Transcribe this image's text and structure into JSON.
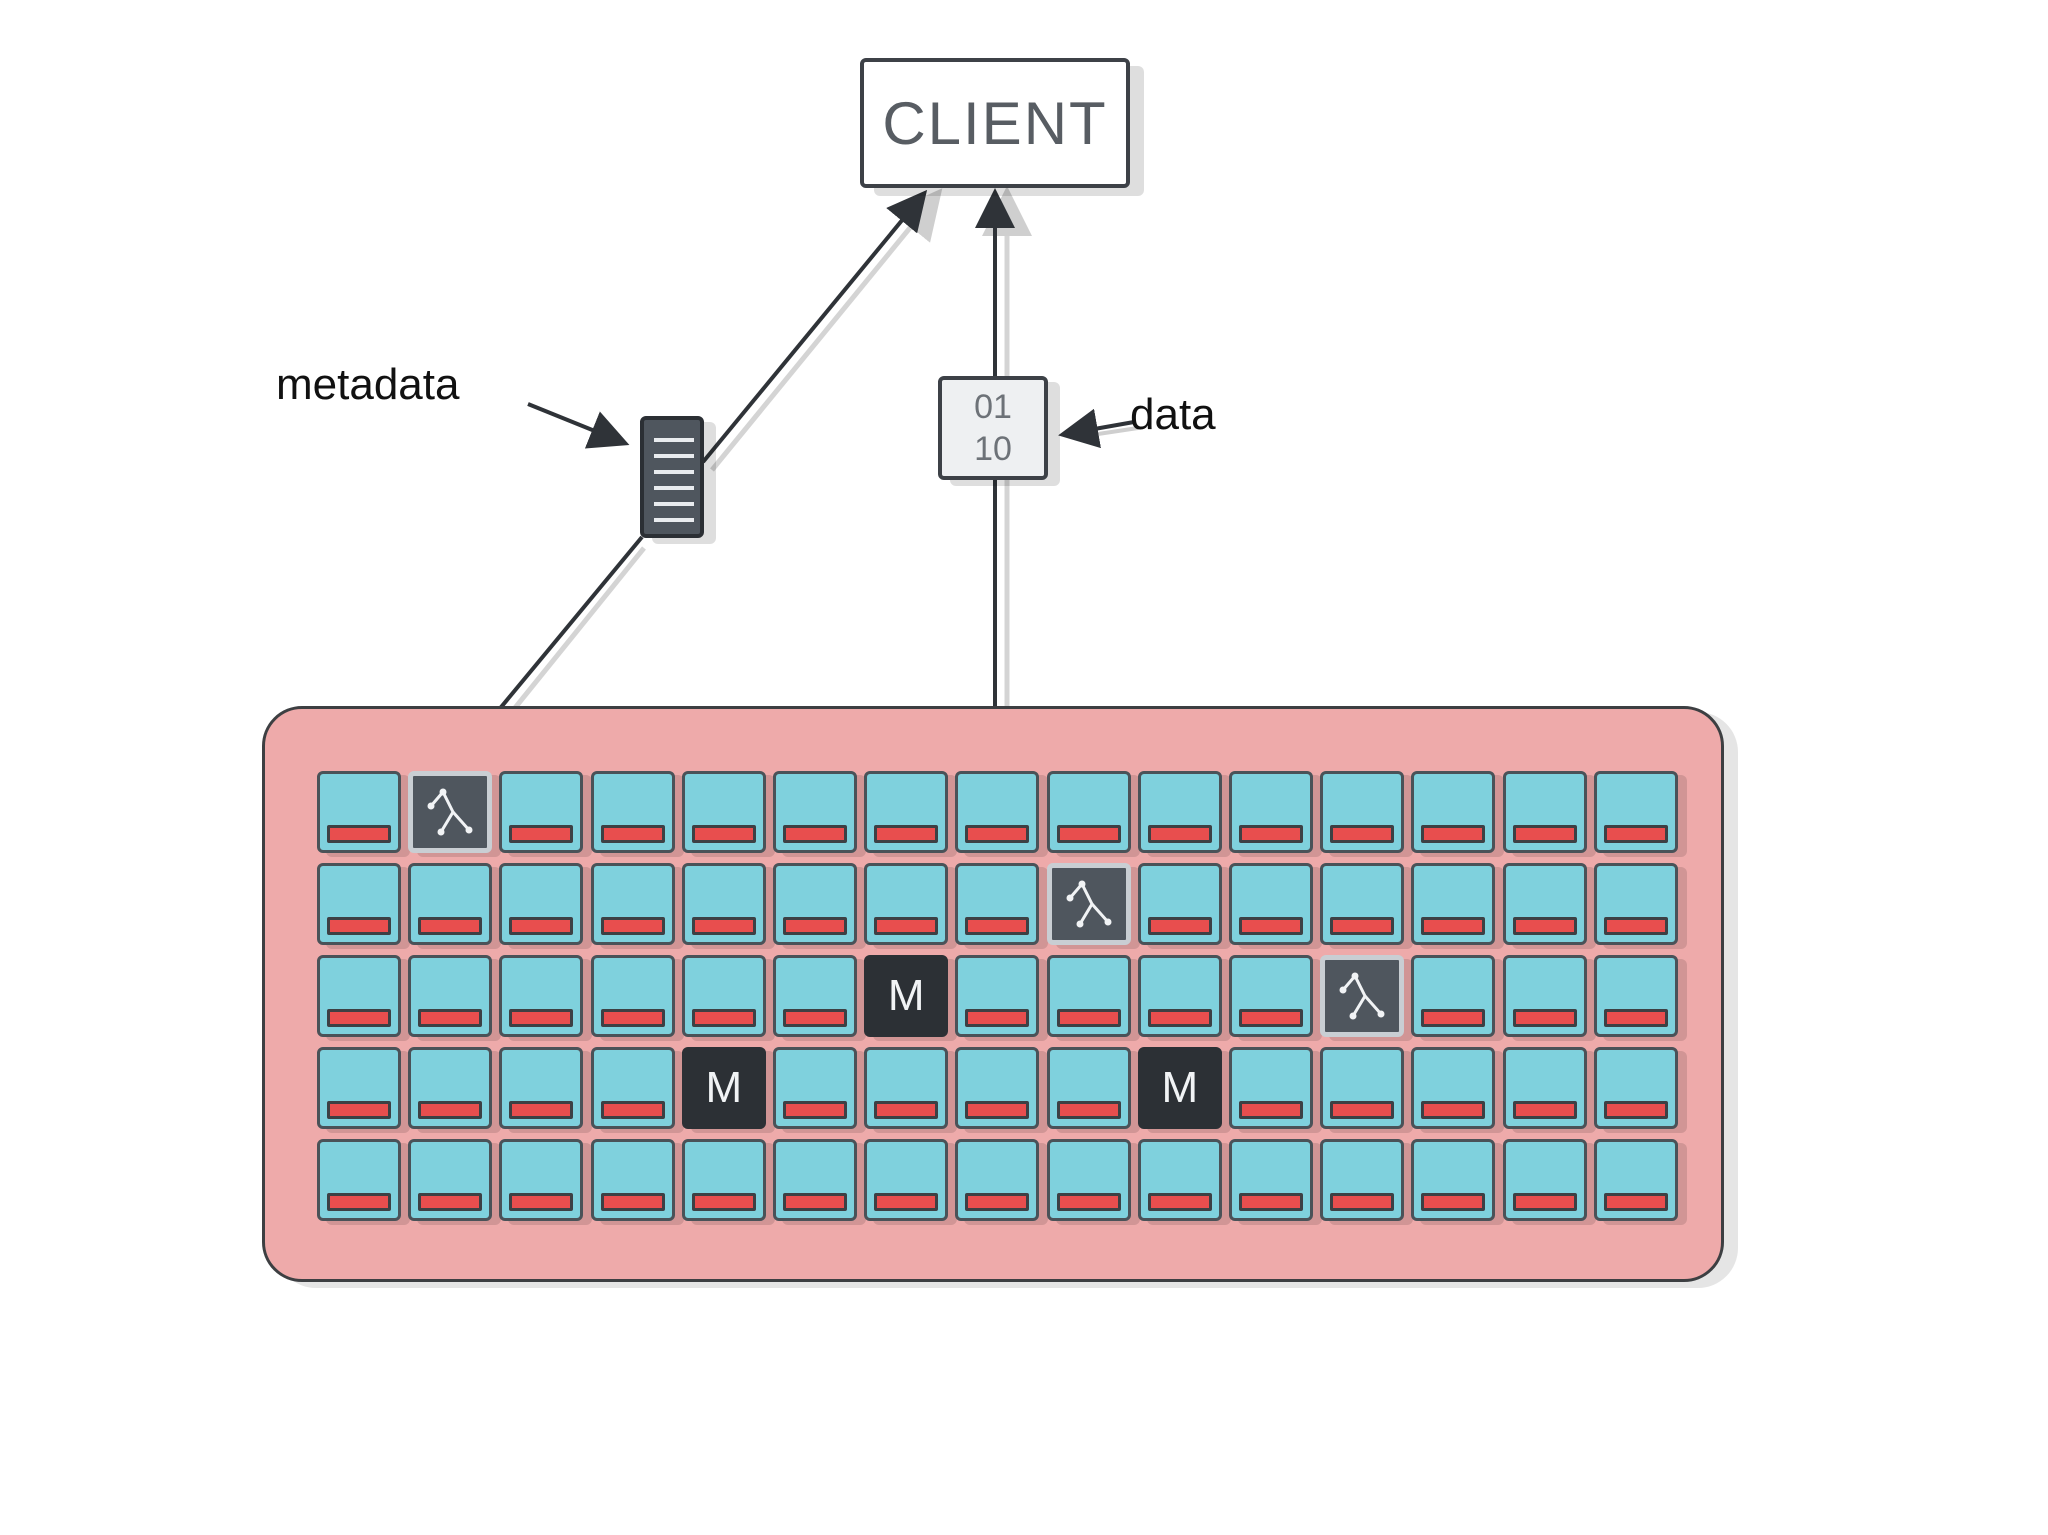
{
  "client": {
    "label": "CLIENT"
  },
  "labels": {
    "metadata": "metadata",
    "data": "data"
  },
  "data_block": {
    "line1": "01",
    "line2": "10"
  },
  "cluster": {
    "rows": 5,
    "cols": 15,
    "tree_icon_cells": [
      [
        0,
        1
      ],
      [
        1,
        8
      ],
      [
        2,
        11
      ]
    ],
    "master_cells": [
      [
        2,
        6
      ],
      [
        3,
        4
      ],
      [
        3,
        9
      ]
    ],
    "master_label": "M"
  },
  "colors": {
    "cluster_fill": "#eeaaaa",
    "node_fill": "#7fd1dd",
    "disk_bar": "#e84e4e",
    "master_fill": "#2c3035",
    "tree_fill": "#4f565e"
  },
  "icons": {
    "tree_node": "tree-icon",
    "metadata_doc": "document-icon",
    "data_block": "binary-data-icon"
  }
}
